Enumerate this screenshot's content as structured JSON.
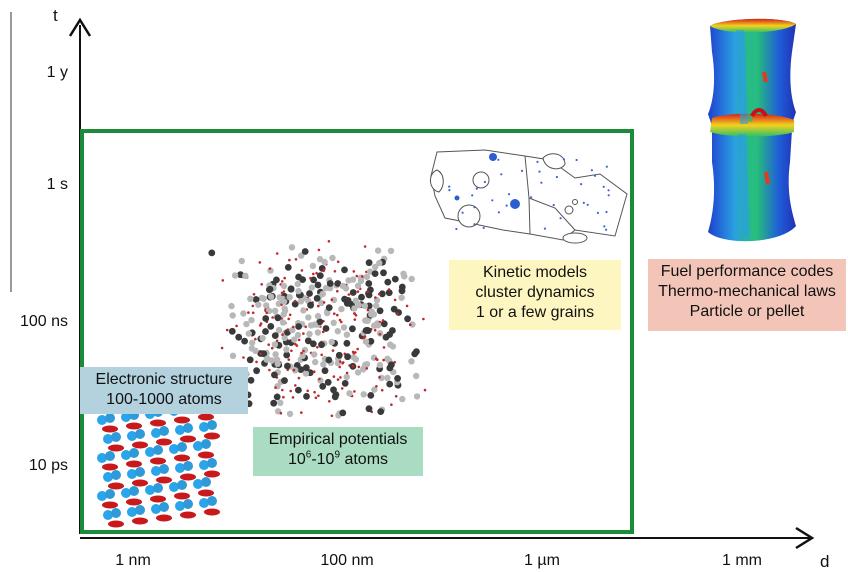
{
  "axes": {
    "y_label": "t",
    "x_label": "d",
    "y_ticks": [
      "1 y",
      "1 s",
      "100 ns",
      "10 ps"
    ],
    "x_ticks": [
      "1 nm",
      "100 nm",
      "1 µm",
      "1 mm"
    ]
  },
  "boxes": {
    "electronic": {
      "line1": "Electronic structure",
      "line2": "100-1000 atoms"
    },
    "empirical": {
      "line1": "Empirical potentials",
      "line2_base1": "10",
      "line2_exp1": "6",
      "line2_mid": "-10",
      "line2_exp2": "9",
      "line2_tail": " atoms"
    },
    "kinetic": {
      "line1": "Kinetic models",
      "line2": "cluster dynamics",
      "line3": "1 or a few grains"
    },
    "fuel": {
      "line1": "Fuel performance codes",
      "line2": "Thermo-mechanical laws",
      "line3": "Particle or pellet"
    }
  },
  "colors": {
    "region_border": "#1c8c3c",
    "electronic_bg": "#b3d2de",
    "empirical_bg": "#a9dcc1",
    "kinetic_bg": "#fdf6c0",
    "fuel_bg": "#f2c5b8"
  },
  "images": {
    "atom_lattice": "blue-red-atom-lattice-illustration",
    "md_cloud": "molecular-dynamics-atom-cloud-illustration",
    "grain_sketch": "grain-boundary-sketch-illustration",
    "pellet": "fuel-pellet-stress-map-illustration"
  }
}
